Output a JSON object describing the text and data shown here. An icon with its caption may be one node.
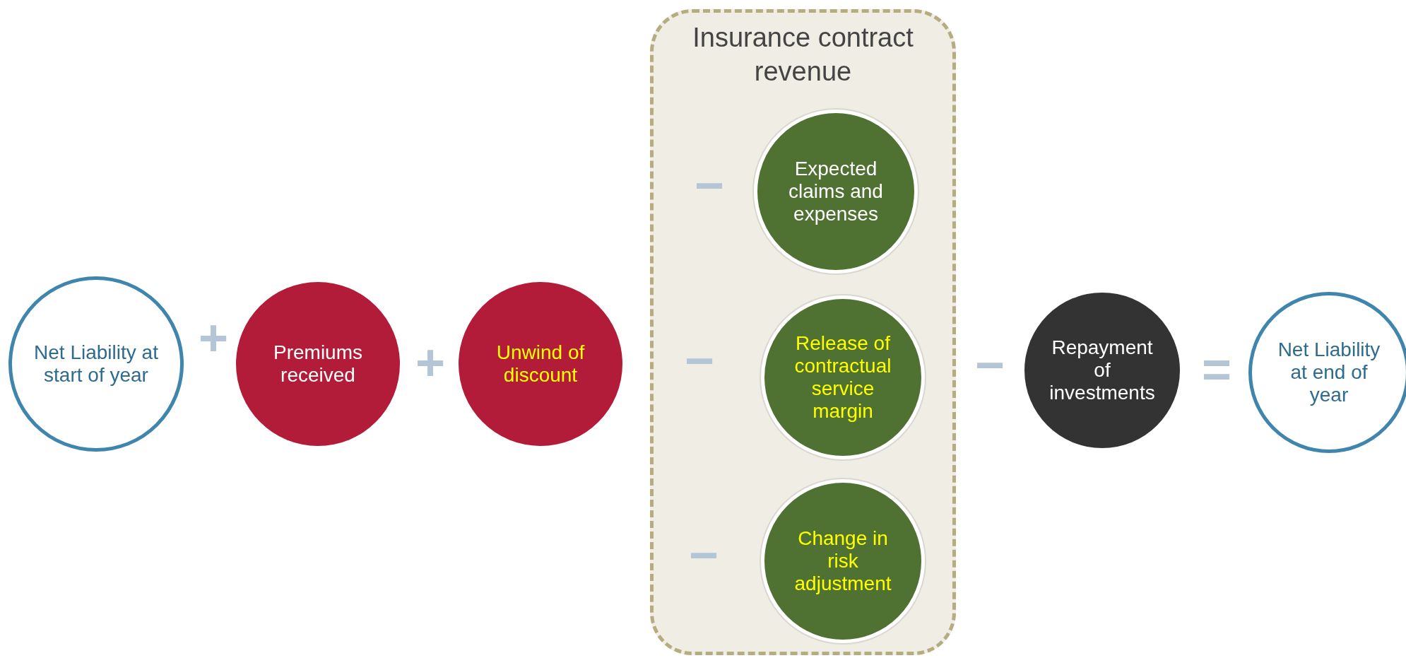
{
  "diagram": {
    "nodes": [
      {
        "text": [
          "Net Liability at start of year"
        ]
      },
      {
        "text": [
          "Premiums received"
        ]
      },
      {
        "text": [
          "Unwind of discount"
        ]
      },
      {
        "text": [
          "Insurance contract revenue"
        ]
      },
      {
        "text": [
          "Expected claims and expenses"
        ],
        "in": 3
      },
      {
        "text": [
          "Release of contractual service margin"
        ],
        "in": 3
      },
      {
        "text": [
          "Change in risk adjustment"
        ],
        "in": 3
      },
      {
        "text": [
          "Repayment of investments"
        ]
      },
      {
        "text": [
          "Net Liability  at end of year"
        ]
      }
    ],
    "labels": [
      "+",
      "+",
      "−",
      "−",
      "−",
      "−",
      "="
    ]
  }
}
